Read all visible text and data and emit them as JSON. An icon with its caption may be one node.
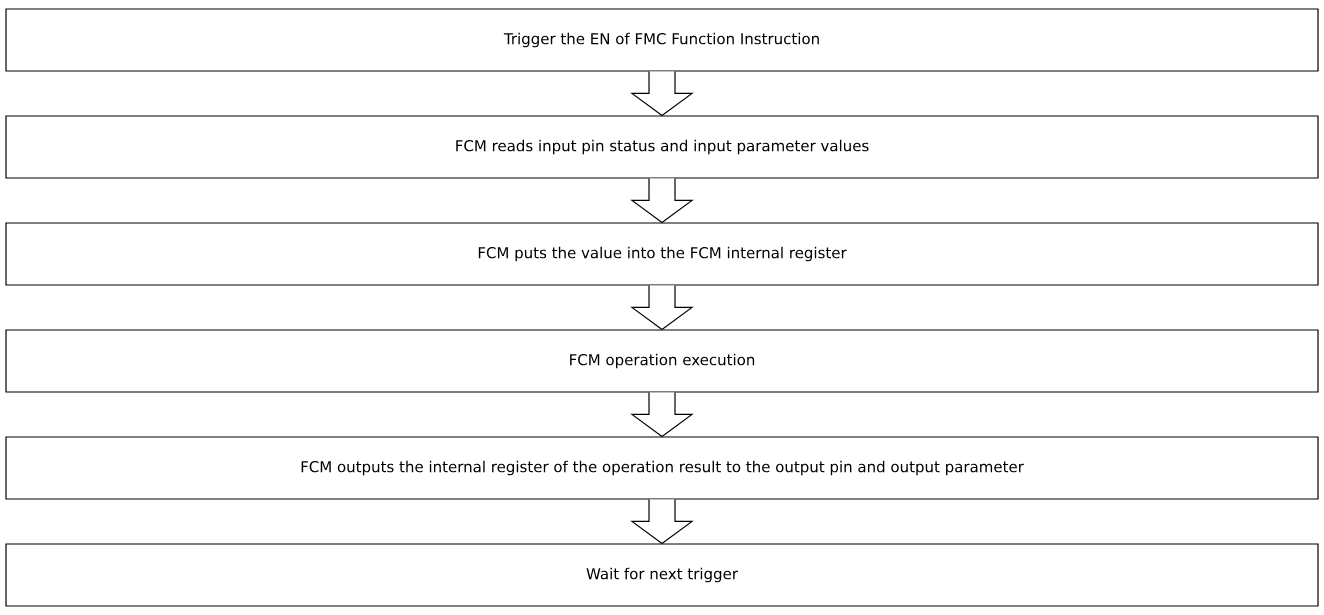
{
  "diagram": {
    "nodes": [
      {
        "text": [
          "Trigger the EN of FMC Function Instruction"
        ]
      },
      {
        "text": [
          "FCM reads input pin status and input parameter values"
        ]
      },
      {
        "text": [
          "FCM puts the value into the FCM internal register"
        ]
      },
      {
        "text": [
          "FCM operation execution"
        ]
      },
      {
        "text": [
          "FCM outputs the internal register of the operation result to the output pin and output parameter"
        ]
      },
      {
        "text": [
          "Wait for next trigger"
        ]
      }
    ],
    "edges": [
      {
        "from": 0,
        "to": 1,
        "arrow": "to"
      },
      {
        "from": 1,
        "to": 2,
        "arrow": "to"
      },
      {
        "from": 2,
        "to": 3,
        "arrow": "to"
      },
      {
        "from": 3,
        "to": 4,
        "arrow": "to"
      },
      {
        "from": 4,
        "to": 5,
        "arrow": "to"
      }
    ]
  }
}
